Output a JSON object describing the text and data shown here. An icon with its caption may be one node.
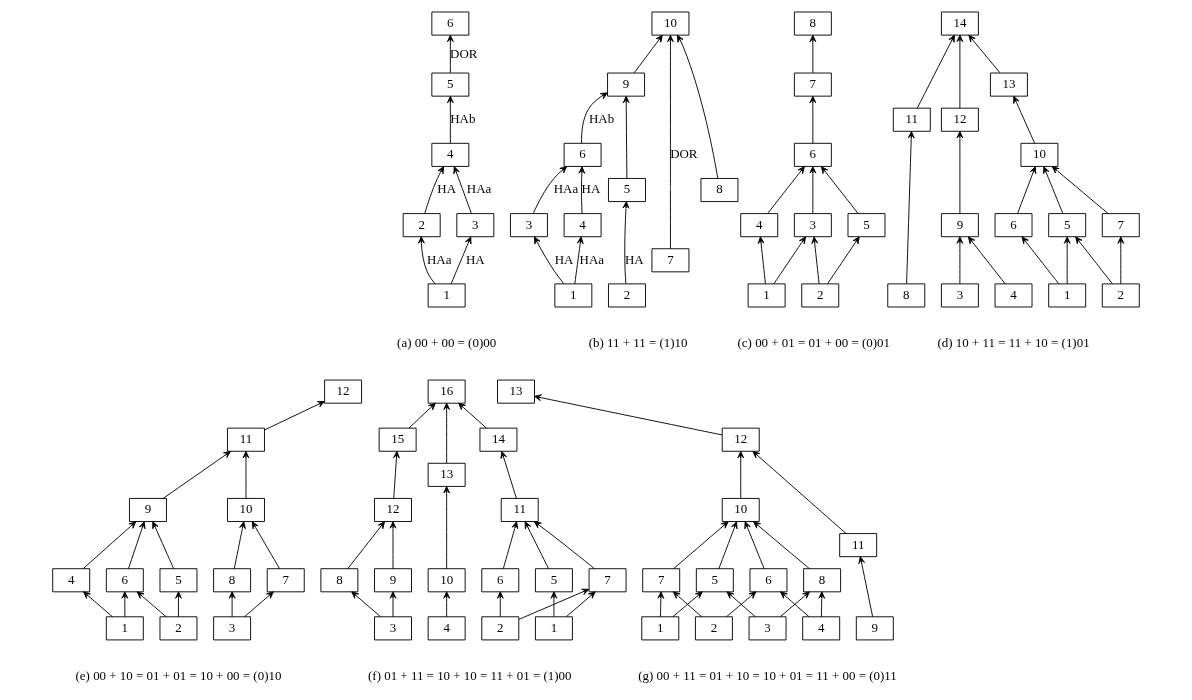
{
  "diagram": {
    "nodes": [
      {
        "text": [
          "1"
        ]
      },
      {
        "text": [
          "2"
        ]
      },
      {
        "text": [
          "3"
        ]
      },
      {
        "text": [
          "4"
        ]
      },
      {
        "text": [
          "5"
        ]
      },
      {
        "text": [
          "6"
        ]
      },
      {
        "text": [
          "1"
        ]
      },
      {
        "text": [
          "2"
        ]
      },
      {
        "text": [
          "3"
        ]
      },
      {
        "text": [
          "4"
        ]
      },
      {
        "text": [
          "5"
        ]
      },
      {
        "text": [
          "6"
        ]
      },
      {
        "text": [
          "7"
        ]
      },
      {
        "text": [
          "8"
        ]
      },
      {
        "text": [
          "9"
        ]
      },
      {
        "text": [
          "10"
        ]
      },
      {
        "text": [
          "1"
        ]
      },
      {
        "text": [
          "2"
        ]
      },
      {
        "text": [
          "3"
        ]
      },
      {
        "text": [
          "4"
        ]
      },
      {
        "text": [
          "5"
        ]
      },
      {
        "text": [
          "6"
        ]
      },
      {
        "text": [
          "7"
        ]
      },
      {
        "text": [
          "8"
        ]
      },
      {
        "text": [
          "1"
        ]
      },
      {
        "text": [
          "2"
        ]
      },
      {
        "text": [
          "3"
        ]
      },
      {
        "text": [
          "4"
        ]
      },
      {
        "text": [
          "5"
        ]
      },
      {
        "text": [
          "6"
        ]
      },
      {
        "text": [
          "7"
        ]
      },
      {
        "text": [
          "8"
        ]
      },
      {
        "text": [
          "9"
        ]
      },
      {
        "text": [
          "10"
        ]
      },
      {
        "text": [
          "11"
        ]
      },
      {
        "text": [
          "12"
        ]
      },
      {
        "text": [
          "13"
        ]
      },
      {
        "text": [
          "14"
        ]
      },
      {
        "text": [
          "1"
        ]
      },
      {
        "text": [
          "2"
        ]
      },
      {
        "text": [
          "3"
        ]
      },
      {
        "text": [
          "4"
        ]
      },
      {
        "text": [
          "5"
        ]
      },
      {
        "text": [
          "6"
        ]
      },
      {
        "text": [
          "7"
        ]
      },
      {
        "text": [
          "8"
        ]
      },
      {
        "text": [
          "9"
        ]
      },
      {
        "text": [
          "10"
        ]
      },
      {
        "text": [
          "11"
        ]
      },
      {
        "text": [
          "12"
        ]
      },
      {
        "text": [
          "1"
        ]
      },
      {
        "text": [
          "2"
        ]
      },
      {
        "text": [
          "3"
        ]
      },
      {
        "text": [
          "4"
        ]
      },
      {
        "text": [
          "5"
        ]
      },
      {
        "text": [
          "6"
        ]
      },
      {
        "text": [
          "7"
        ]
      },
      {
        "text": [
          "8"
        ]
      },
      {
        "text": [
          "9"
        ]
      },
      {
        "text": [
          "10"
        ]
      },
      {
        "text": [
          "11"
        ]
      },
      {
        "text": [
          "12"
        ]
      },
      {
        "text": [
          "13"
        ]
      },
      {
        "text": [
          "14"
        ]
      },
      {
        "text": [
          "15"
        ]
      },
      {
        "text": [
          "16"
        ]
      },
      {
        "text": [
          "1"
        ]
      },
      {
        "text": [
          "2"
        ]
      },
      {
        "text": [
          "3"
        ]
      },
      {
        "text": [
          "4"
        ]
      },
      {
        "text": [
          "5"
        ]
      },
      {
        "text": [
          "6"
        ]
      },
      {
        "text": [
          "7"
        ]
      },
      {
        "text": [
          "8"
        ]
      },
      {
        "text": [
          "9"
        ]
      },
      {
        "text": [
          "10"
        ]
      },
      {
        "text": [
          "11"
        ]
      },
      {
        "text": [
          "12"
        ]
      },
      {
        "text": [
          "13"
        ]
      }
    ],
    "edges": [
      {
        "from": 0,
        "to": 1,
        "arrow": "to",
        "label": "HAa"
      },
      {
        "from": 0,
        "to": 2,
        "arrow": "to",
        "label": "HA"
      },
      {
        "from": 1,
        "to": 3,
        "arrow": "to",
        "label": "HA"
      },
      {
        "from": 2,
        "to": 3,
        "arrow": "to",
        "label": "HAa"
      },
      {
        "from": 3,
        "to": 4,
        "arrow": "to",
        "label": "HAb"
      },
      {
        "from": 4,
        "to": 5,
        "arrow": "to",
        "label": "DOR"
      },
      {
        "from": 6,
        "to": 8,
        "arrow": "to",
        "label": "HA"
      },
      {
        "from": 6,
        "to": 9,
        "arrow": "to",
        "label": "HAa"
      },
      {
        "from": 7,
        "to": 10,
        "arrow": "to",
        "label": "HA"
      },
      {
        "from": 8,
        "to": 11,
        "arrow": "to",
        "label": "HAa"
      },
      {
        "from": 9,
        "to": 11,
        "arrow": "to",
        "label": "HA"
      },
      {
        "from": 10,
        "to": 14,
        "arrow": "to"
      },
      {
        "from": 11,
        "to": 14,
        "arrow": "to",
        "label": "HAb"
      },
      {
        "from": 12,
        "to": 15,
        "arrow": "to",
        "label": "DOR"
      },
      {
        "from": 13,
        "to": 15,
        "arrow": "to"
      },
      {
        "from": 14,
        "to": 15,
        "arrow": "to"
      },
      {
        "from": 16,
        "to": 19,
        "arrow": "to"
      },
      {
        "from": 16,
        "to": 18,
        "arrow": "to"
      },
      {
        "from": 17,
        "to": 18,
        "arrow": "to"
      },
      {
        "from": 17,
        "to": 20,
        "arrow": "to"
      },
      {
        "from": 19,
        "to": 21,
        "arrow": "to"
      },
      {
        "from": 18,
        "to": 21,
        "arrow": "to"
      },
      {
        "from": 20,
        "to": 21,
        "arrow": "to"
      },
      {
        "from": 21,
        "to": 22,
        "arrow": "to"
      },
      {
        "from": 22,
        "to": 23,
        "arrow": "to"
      },
      {
        "from": 24,
        "to": 29,
        "arrow": "to"
      },
      {
        "from": 24,
        "to": 28,
        "arrow": "to"
      },
      {
        "from": 25,
        "to": 28,
        "arrow": "to"
      },
      {
        "from": 25,
        "to": 30,
        "arrow": "to"
      },
      {
        "from": 29,
        "to": 33,
        "arrow": "to"
      },
      {
        "from": 28,
        "to": 33,
        "arrow": "to"
      },
      {
        "from": 30,
        "to": 33,
        "arrow": "to"
      },
      {
        "from": 33,
        "to": 36,
        "arrow": "to"
      },
      {
        "from": 26,
        "to": 32,
        "arrow": "to"
      },
      {
        "from": 27,
        "to": 32,
        "arrow": "to"
      },
      {
        "from": 32,
        "to": 35,
        "arrow": "to"
      },
      {
        "from": 31,
        "to": 34,
        "arrow": "to"
      },
      {
        "from": 34,
        "to": 37,
        "arrow": "to"
      },
      {
        "from": 35,
        "to": 37,
        "arrow": "to"
      },
      {
        "from": 36,
        "to": 37,
        "arrow": "to"
      },
      {
        "from": 38,
        "to": 41,
        "arrow": "to"
      },
      {
        "from": 38,
        "to": 43,
        "arrow": "to"
      },
      {
        "from": 39,
        "to": 43,
        "arrow": "to"
      },
      {
        "from": 39,
        "to": 42,
        "arrow": "to"
      },
      {
        "from": 41,
        "to": 46,
        "arrow": "to"
      },
      {
        "from": 43,
        "to": 46,
        "arrow": "to"
      },
      {
        "from": 42,
        "to": 46,
        "arrow": "to"
      },
      {
        "from": 40,
        "to": 44,
        "arrow": "to"
      },
      {
        "from": 40,
        "to": 45,
        "arrow": "to"
      },
      {
        "from": 44,
        "to": 47,
        "arrow": "to"
      },
      {
        "from": 45,
        "to": 47,
        "arrow": "to"
      },
      {
        "from": 46,
        "to": 48,
        "arrow": "to"
      },
      {
        "from": 47,
        "to": 48,
        "arrow": "to"
      },
      {
        "from": 48,
        "to": 49,
        "arrow": "to"
      },
      {
        "from": 53,
        "to": 59,
        "arrow": "to"
      },
      {
        "from": 59,
        "to": 62,
        "arrow": "to"
      },
      {
        "from": 50,
        "to": 54,
        "arrow": "to"
      },
      {
        "from": 50,
        "to": 56,
        "arrow": "to"
      },
      {
        "from": 51,
        "to": 56,
        "arrow": "to"
      },
      {
        "from": 51,
        "to": 55,
        "arrow": "to"
      },
      {
        "from": 54,
        "to": 60,
        "arrow": "to"
      },
      {
        "from": 56,
        "to": 60,
        "arrow": "to"
      },
      {
        "from": 55,
        "to": 60,
        "arrow": "to"
      },
      {
        "from": 60,
        "to": 63,
        "arrow": "to"
      },
      {
        "from": 52,
        "to": 57,
        "arrow": "to"
      },
      {
        "from": 52,
        "to": 58,
        "arrow": "to"
      },
      {
        "from": 57,
        "to": 61,
        "arrow": "to"
      },
      {
        "from": 58,
        "to": 61,
        "arrow": "to"
      },
      {
        "from": 61,
        "to": 64,
        "arrow": "to"
      },
      {
        "from": 62,
        "to": 65,
        "arrow": "to"
      },
      {
        "from": 63,
        "to": 65,
        "arrow": "to"
      },
      {
        "from": 64,
        "to": 65,
        "arrow": "to"
      },
      {
        "from": 67,
        "to": 71,
        "arrow": "to"
      },
      {
        "from": 67,
        "to": 72,
        "arrow": "to"
      },
      {
        "from": 69,
        "to": 71,
        "arrow": "to"
      },
      {
        "from": 69,
        "to": 73,
        "arrow": "to"
      },
      {
        "from": 66,
        "to": 72,
        "arrow": "to"
      },
      {
        "from": 66,
        "to": 70,
        "arrow": "to"
      },
      {
        "from": 68,
        "to": 73,
        "arrow": "to"
      },
      {
        "from": 68,
        "to": 70,
        "arrow": "to"
      },
      {
        "from": 71,
        "to": 75,
        "arrow": "to"
      },
      {
        "from": 72,
        "to": 75,
        "arrow": "to"
      },
      {
        "from": 73,
        "to": 75,
        "arrow": "to"
      },
      {
        "from": 70,
        "to": 75,
        "arrow": "to"
      },
      {
        "from": 74,
        "to": 76,
        "arrow": "to"
      },
      {
        "from": 75,
        "to": 77,
        "arrow": "to"
      },
      {
        "from": 76,
        "to": 77,
        "arrow": "to"
      },
      {
        "from": 77,
        "to": 78,
        "arrow": "to"
      }
    ],
    "labels": [
      "(a) 00 + 00 = (0)00",
      "(b) 11 + 11 = (1)10",
      "(c) 00 + 01 = 01 + 00 = (0)01",
      "(d) 10 + 11 = 11 + 10 = (1)01",
      "(e) 00 + 10 = 01 + 01 = 10 + 00 = (0)10",
      "(f) 01 + 11 = 10 + 10 = 11 + 01 = (1)00",
      "(g) 00 + 11 = 01 + 10 = 10 + 01 = 11 + 00 = (0)11"
    ]
  }
}
